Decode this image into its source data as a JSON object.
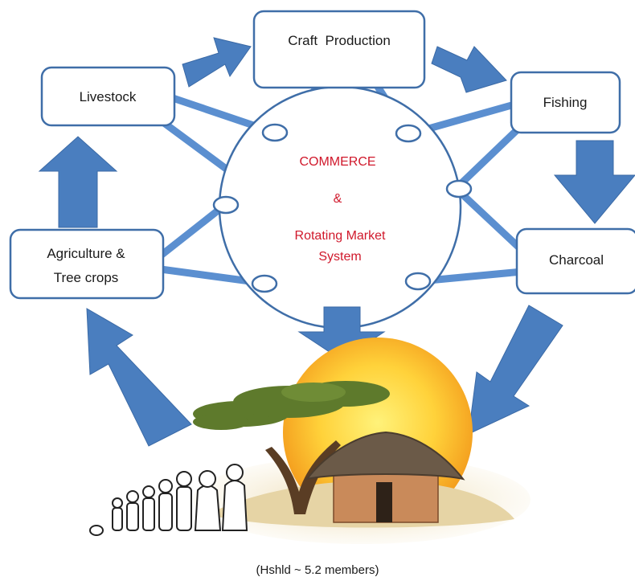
{
  "nodes": {
    "craft_production": "Craft  Production",
    "livestock": "Livestock",
    "fishing": "Fishing",
    "charcoal": "Charcoal",
    "agriculture": [
      "Agriculture &",
      "Tree crops"
    ]
  },
  "center": {
    "line1": "COMMERCE",
    "line2": "&",
    "line3": "Rotating Market",
    "line4": "System"
  },
  "caption": "(Hshld ~ 5.2 members)",
  "colors": {
    "box_border": "#3f6ea8",
    "arrow": "#4a7ebf",
    "connector": "#5b8fd0",
    "center_text": "#d0182b",
    "sun_center": "#ffe23a",
    "sun_edge": "#f39a1c"
  }
}
